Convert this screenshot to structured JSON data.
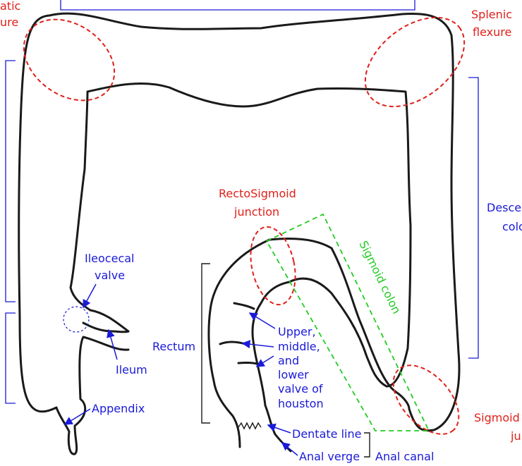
{
  "labels": {
    "hepatic_flexure": [
      "atic",
      "ure"
    ],
    "splenic_flexure": [
      "Splenic",
      "flexure"
    ],
    "rectosigmoid": [
      "RectoSigmoid",
      "junction"
    ],
    "descending_colon": [
      "Descen",
      "colo"
    ],
    "sigmoid_colon": "Sigmoid colon",
    "ileocecal_valve": [
      "Ileocecal",
      "valve"
    ],
    "ileum": "Ileum",
    "appendix": "Appendix",
    "rectum": "Rectum",
    "valves_of_houston": [
      "Upper,",
      "middle,",
      "and",
      "lower",
      "valve of",
      "houston"
    ],
    "dentate_line": "Dentate line",
    "anal_verge": "Anal verge",
    "anal_canal": "Anal canal",
    "sigmoid_junction": [
      "Sigmoid",
      "ju"
    ]
  },
  "colors": {
    "outline": "#1a1a1a",
    "flexure_labels": "#e0201a",
    "anatomy_labels": "#1a1ad8",
    "sigmoid_box": "#22cc22"
  }
}
